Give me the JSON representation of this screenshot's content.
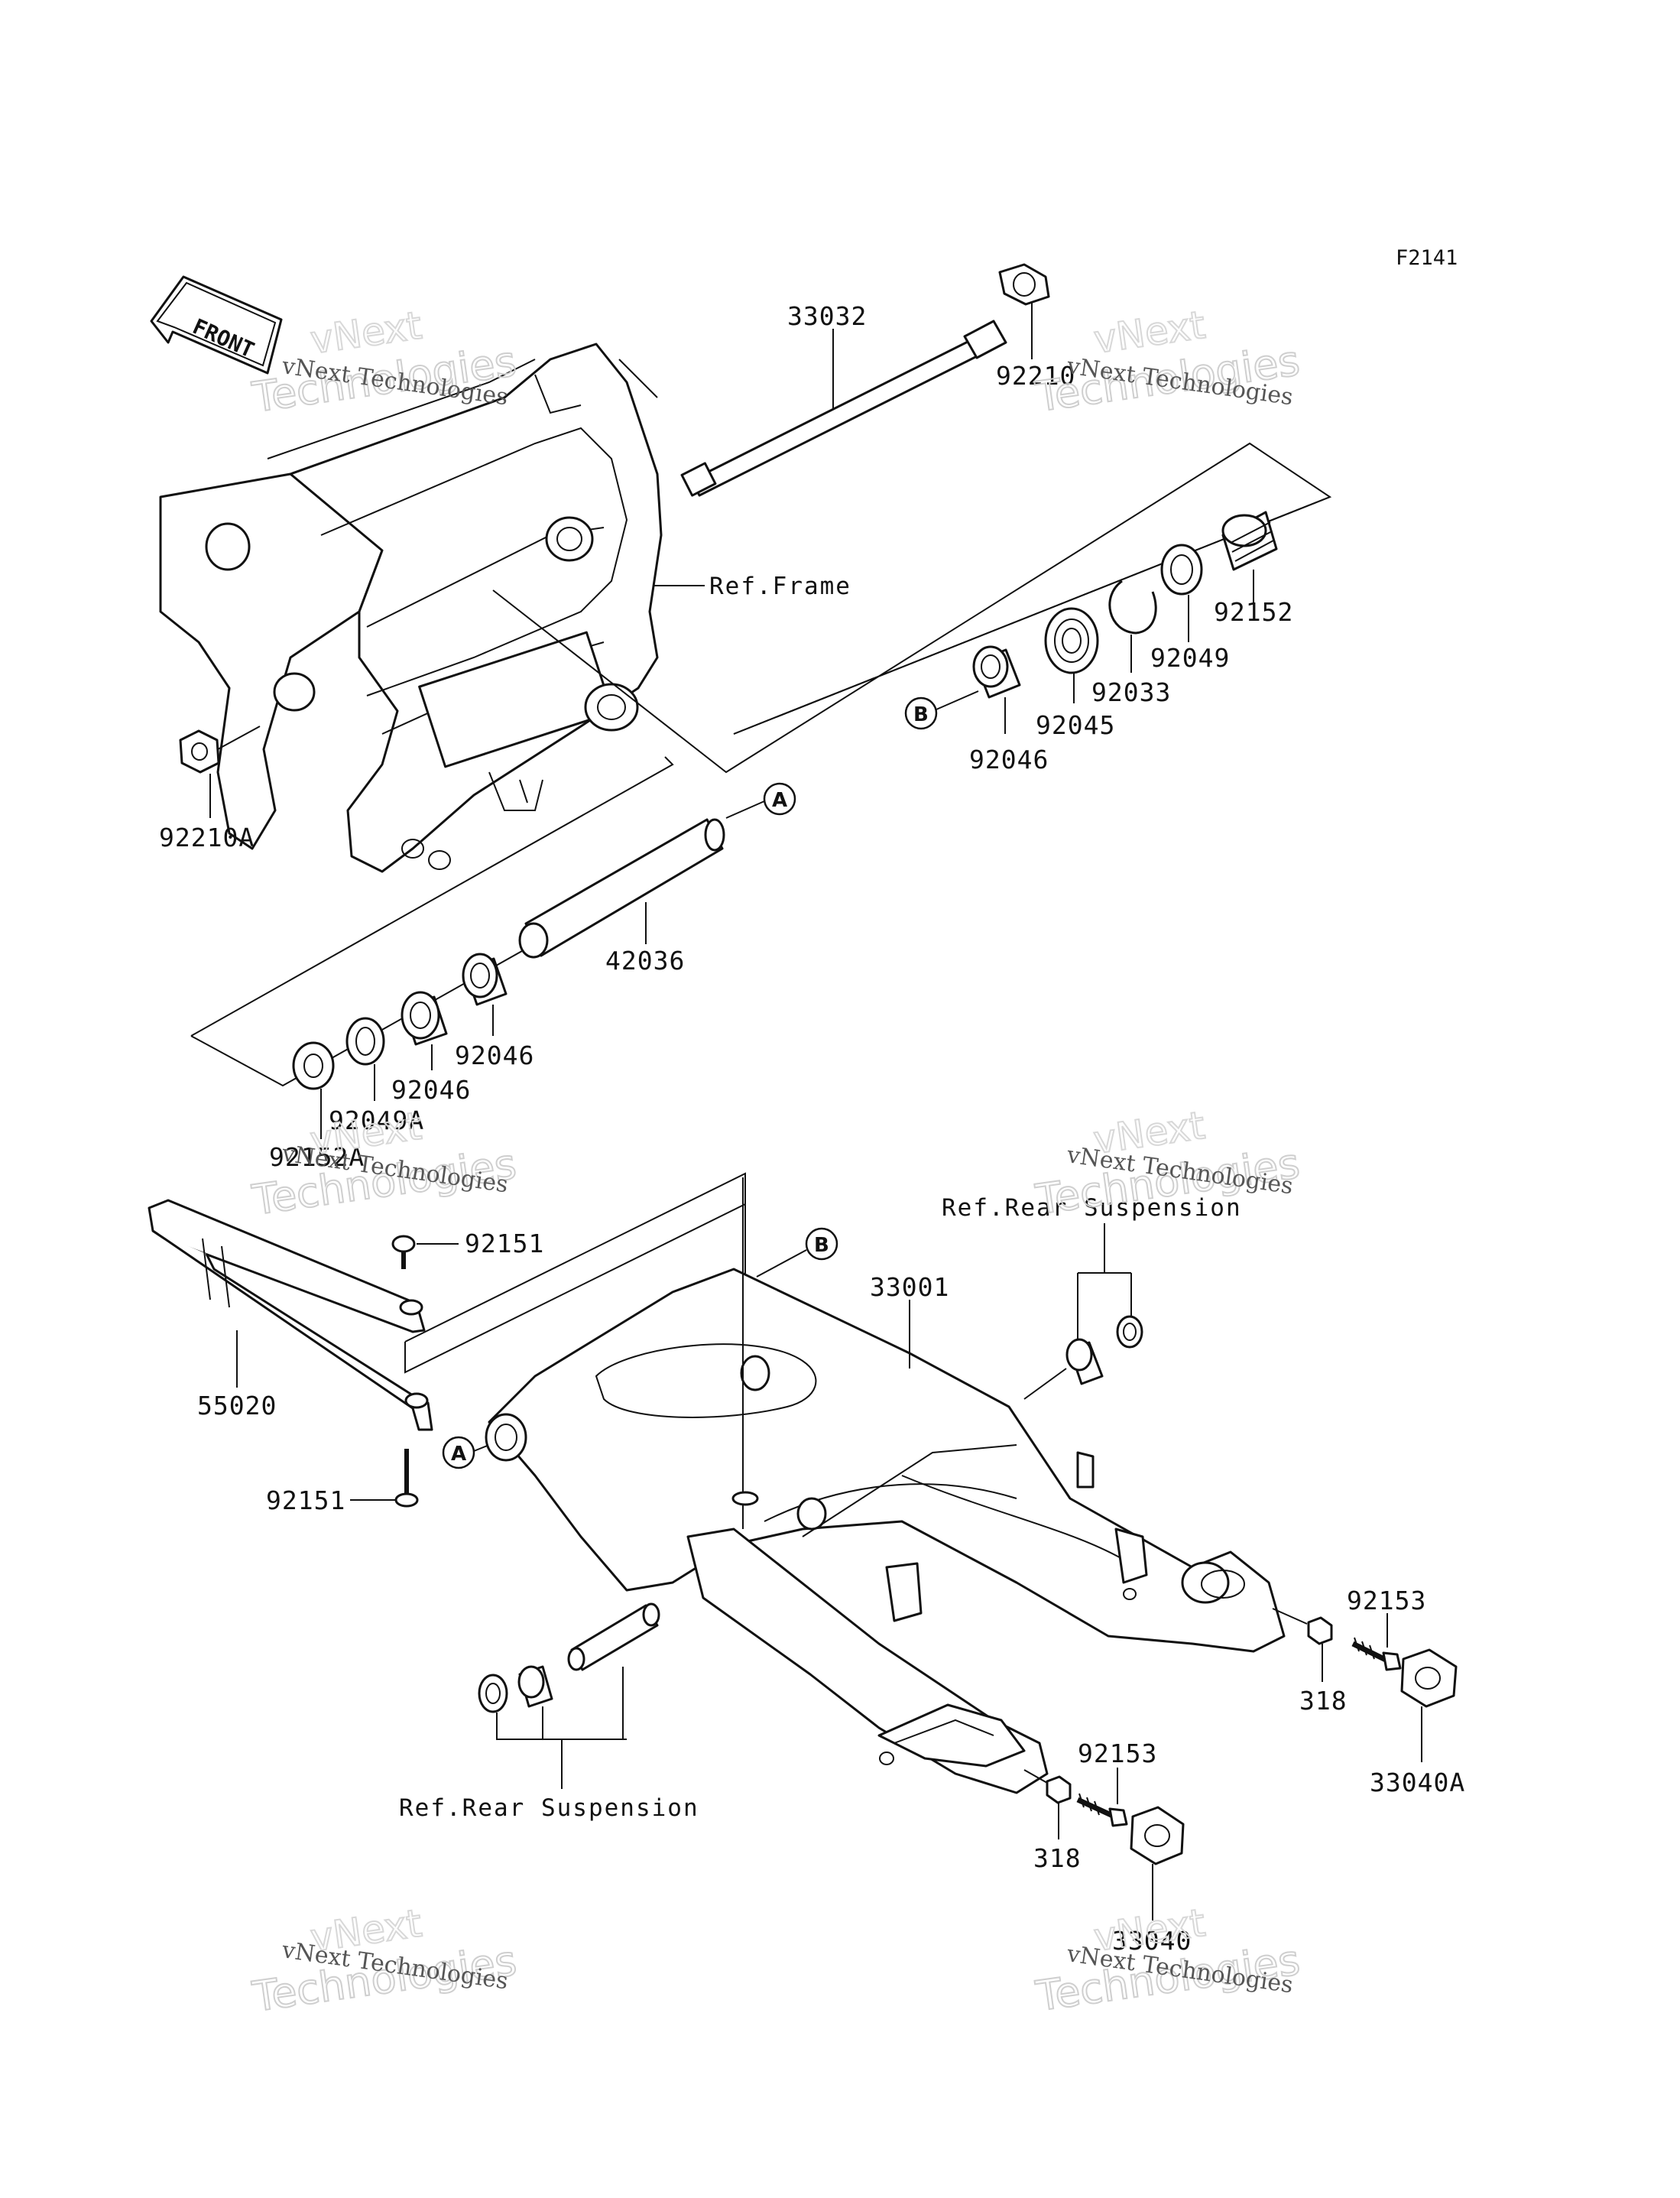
{
  "diagram_code": "F2141",
  "front_label": "FRONT",
  "watermark": {
    "line1": "vNext Technologies",
    "line2": "vNext",
    "line3": "Technologies"
  },
  "refs": {
    "frame": "Ref.Frame",
    "rear_suspension_top": "Ref.Rear Suspension",
    "rear_suspension_bottom": "Ref.Rear Suspension"
  },
  "callouts": {
    "a": "A",
    "b": "B"
  },
  "parts": {
    "p33032": "33032",
    "p92210": "92210",
    "p92152": "92152",
    "p92049": "92049",
    "p92033": "92033",
    "p92045": "92045",
    "p92046_top": "92046",
    "p92210A": "92210A",
    "p42036": "42036",
    "p92046_mid": "92046",
    "p92046_low": "92046",
    "p92049A": "92049A",
    "p92152A": "92152A",
    "p92151_top": "92151",
    "p55020": "55020",
    "p92151_bot": "92151",
    "p33001": "33001",
    "p92153_right": "92153",
    "p318_right": "318",
    "p33040A": "33040A",
    "p92153_bot": "92153",
    "p318_bot": "318",
    "p33040": "33040"
  }
}
